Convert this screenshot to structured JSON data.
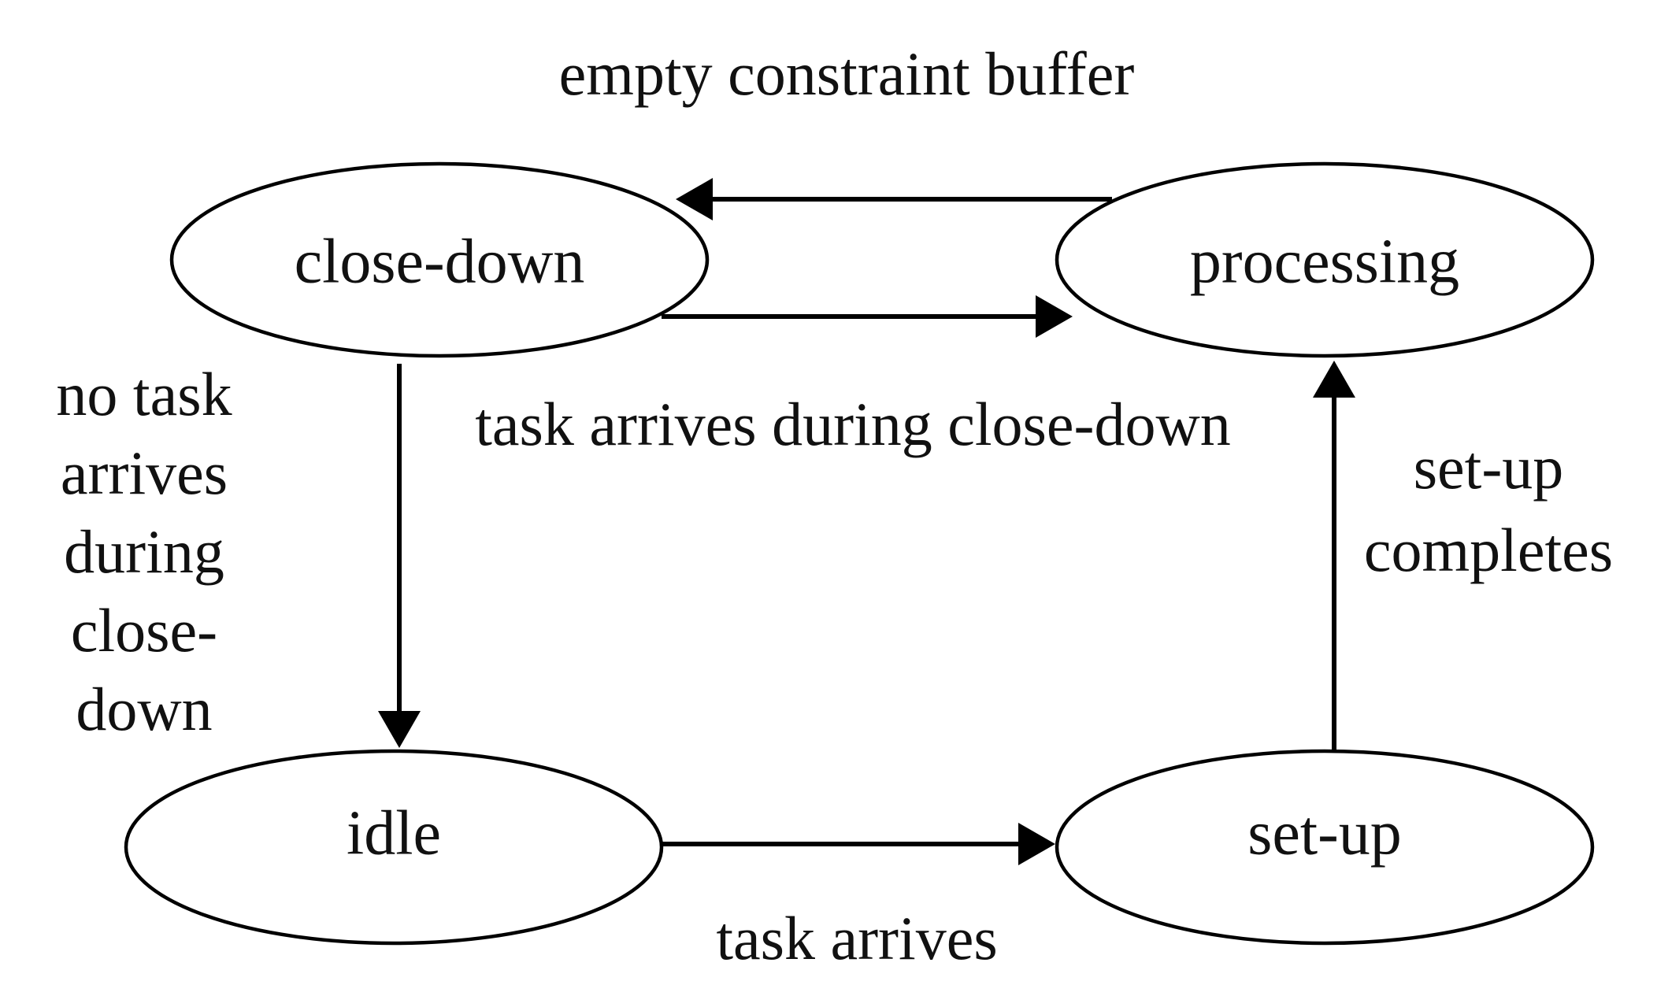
{
  "states": {
    "close_down": "close-down",
    "processing": "processing",
    "idle": "idle",
    "set_up": "set-up"
  },
  "transitions": {
    "empty_buffer": "empty constraint buffer",
    "task_during_close_down": "task arrives during close-down",
    "no_task": [
      "no task",
      "arrives",
      "during",
      "close-",
      "down"
    ],
    "task_arrives": "task arrives",
    "set_up_completes": [
      "set-up",
      "completes"
    ]
  },
  "colors": {
    "stroke": "#000000",
    "background": "#ffffff"
  }
}
